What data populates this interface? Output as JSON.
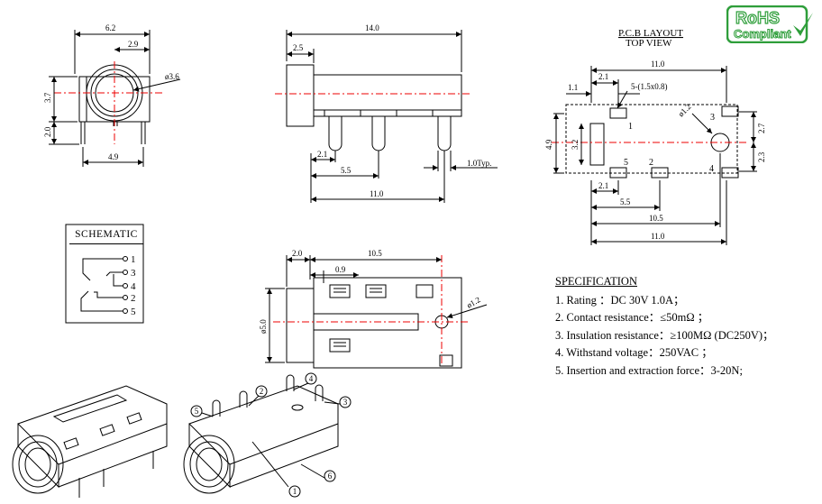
{
  "top_left_view": {
    "dims": {
      "width": "6.2",
      "offset": "2.9",
      "diameter": "ø3.6",
      "height": "3.7",
      "pin_h": "2.0",
      "pin_w": "4.9"
    }
  },
  "top_mid_view": {
    "dims": {
      "length": "14.0",
      "front": "2.5",
      "pin_a": "2.1",
      "pin_b": "5.5",
      "base": "11.0",
      "pin_thk": "1.0Typ."
    }
  },
  "bottom_mid_view": {
    "dims": {
      "front": "2.0",
      "length": "10.5",
      "gap": "0.9",
      "diameter": "ø5.0",
      "hole": "ø1.2"
    }
  },
  "pcb_layout": {
    "title": "P.C.B LAYOUT",
    "subtitle": "TOP VIEW",
    "dims": {
      "width_top": "11.0",
      "d21_top": "2.1",
      "d11": "1.1",
      "pads": "5-(1.5x0.8)",
      "hole": "ø1.2",
      "h49": "4.9",
      "h32": "3.2",
      "r27": "2.7",
      "r23": "2.3",
      "d21_bot": "2.1",
      "d55": "5.5",
      "d105": "10.5",
      "width_bot": "11.0"
    },
    "pin_labels": [
      "1",
      "3",
      "5",
      "2",
      "4"
    ]
  },
  "schematic": {
    "title": "SCHEMATIC",
    "pins": [
      "1",
      "3",
      "4",
      "2",
      "5"
    ]
  },
  "specification": {
    "title": "SPECIFICATION",
    "items": [
      "1. Rating ：DC 30V 1.0A；",
      "2. Contact resistance：≤50mΩ ；",
      "3. Insulation resistance：≥100MΩ (DC250V)；",
      "4. Withstand voltage：250VAC ；",
      "5. Insertion and extraction force：3-20N;"
    ]
  },
  "rohs": {
    "line1": "RoHS",
    "line2": "Compliant",
    "color": "#2e9e3a"
  },
  "iso_callouts": [
    "5",
    "2",
    "4",
    "3",
    "1",
    "6"
  ]
}
